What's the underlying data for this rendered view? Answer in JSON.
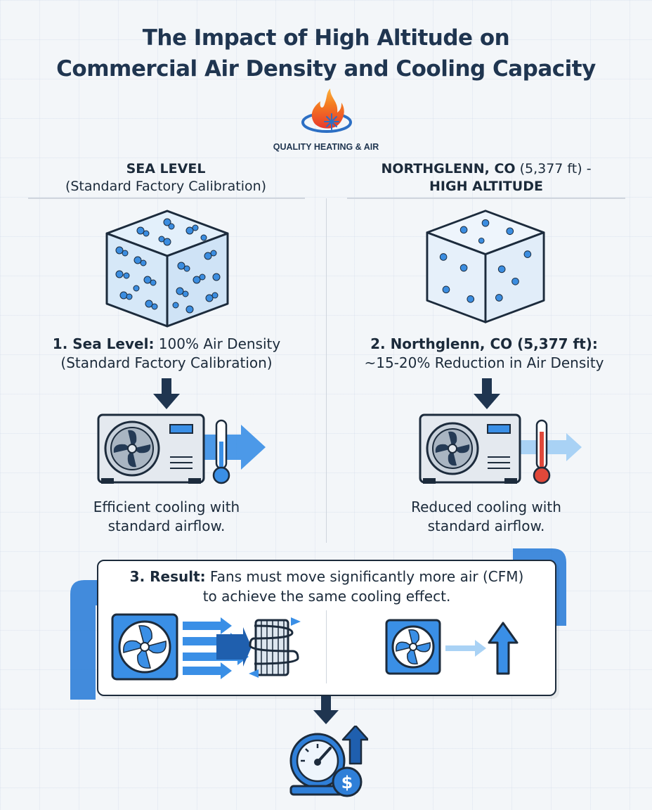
{
  "title": {
    "line1": "The Impact of High Altitude on",
    "line2": "Commercial Air Density and Cooling Capacity"
  },
  "brand": {
    "name": "QUALITY HEATING & AIR",
    "logo_icon": "flame-snowflake-logo-icon"
  },
  "left": {
    "heading_bold": "SEA LEVEL",
    "heading_sub": "(Standard Factory Calibration)",
    "caption_bold": "1. Sea Level:",
    "caption_rest": " 100% Air Density",
    "caption_line2": "(Standard Factory Calibration)",
    "result_line1": "Efficient cooling with",
    "result_line2": "standard airflow."
  },
  "right": {
    "heading_bold": "NORTHGLENN, CO",
    "heading_alt": " (5,377 ft) -",
    "heading_line2": "HIGH ALTITUDE",
    "caption_bold": "2. Northglenn, CO (5,377 ft):",
    "caption_line2": "~15-20% Reduction in Air Density",
    "result_line1": "Reduced cooling with",
    "result_line2": "standard airflow."
  },
  "result": {
    "label_bold": "3. Result:",
    "label_rest": " Fans must move significantly more air (CFM)",
    "line2": "to achieve the same cooling effect."
  },
  "colors": {
    "navy": "#1f3550",
    "blue": "#2f7fd8",
    "light_blue": "#a9d2f5",
    "red": "#e0483a"
  }
}
